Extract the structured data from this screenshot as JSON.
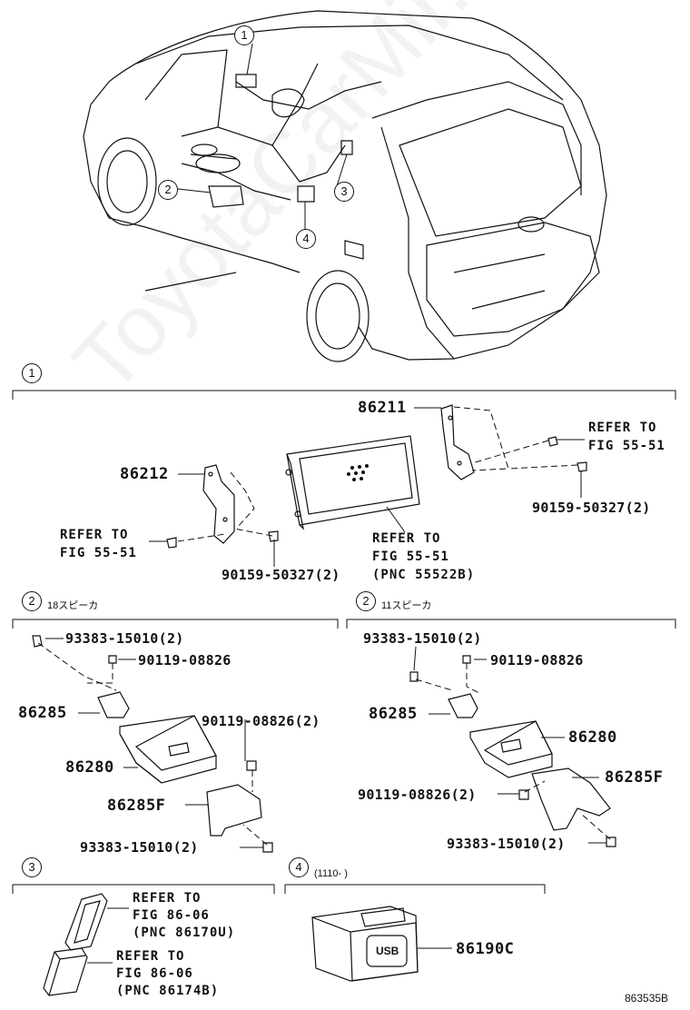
{
  "callouts": {
    "c1": "1",
    "c2": "2",
    "c3": "3",
    "c4": "4",
    "s1": "1",
    "s2a": "2",
    "s2b": "2",
    "s3": "3",
    "s4": "4"
  },
  "section1": {
    "part_86211": "86211",
    "part_86212": "86212",
    "refer_right_1": "REFER TO",
    "refer_right_2": "FIG 55-51",
    "refer_left_1": "REFER TO",
    "refer_left_2": "FIG 55-51",
    "refer_mid_1": "REFER TO",
    "refer_mid_2": "FIG 55-51",
    "refer_mid_3": "(PNC 55522B)",
    "screw_right": "90159-50327(2)",
    "screw_left": "90159-50327(2)"
  },
  "section2a": {
    "caption": "18スピーカ",
    "p_93383_top": "93383-15010(2)",
    "p_90119_top": "90119-08826",
    "p_86285": "86285",
    "p_90119_mid": "90119-08826(2)",
    "p_86280": "86280",
    "p_86285F": "86285F",
    "p_93383_bot": "93383-15010(2)"
  },
  "section2b": {
    "caption": "11スピーカ",
    "p_93383_top": "93383-15010(2)",
    "p_90119_top": "90119-08826",
    "p_86285": "86285",
    "p_86280": "86280",
    "p_86285F": "86285F",
    "p_90119_mid": "90119-08826(2)",
    "p_93383_bot": "93383-15010(2)"
  },
  "section3": {
    "refer_a_1": "REFER TO",
    "refer_a_2": "FIG 86-06",
    "refer_a_3": "(PNC 86170U)",
    "refer_b_1": "REFER TO",
    "refer_b_2": "FIG 86-06",
    "refer_b_3": "(PNC 86174B)"
  },
  "section4": {
    "caption": "(1110-      )",
    "part_86190C": "86190C",
    "usb_text": "USB"
  },
  "figure_id": "863535B",
  "watermark": "ToyotaCarMir.ru"
}
